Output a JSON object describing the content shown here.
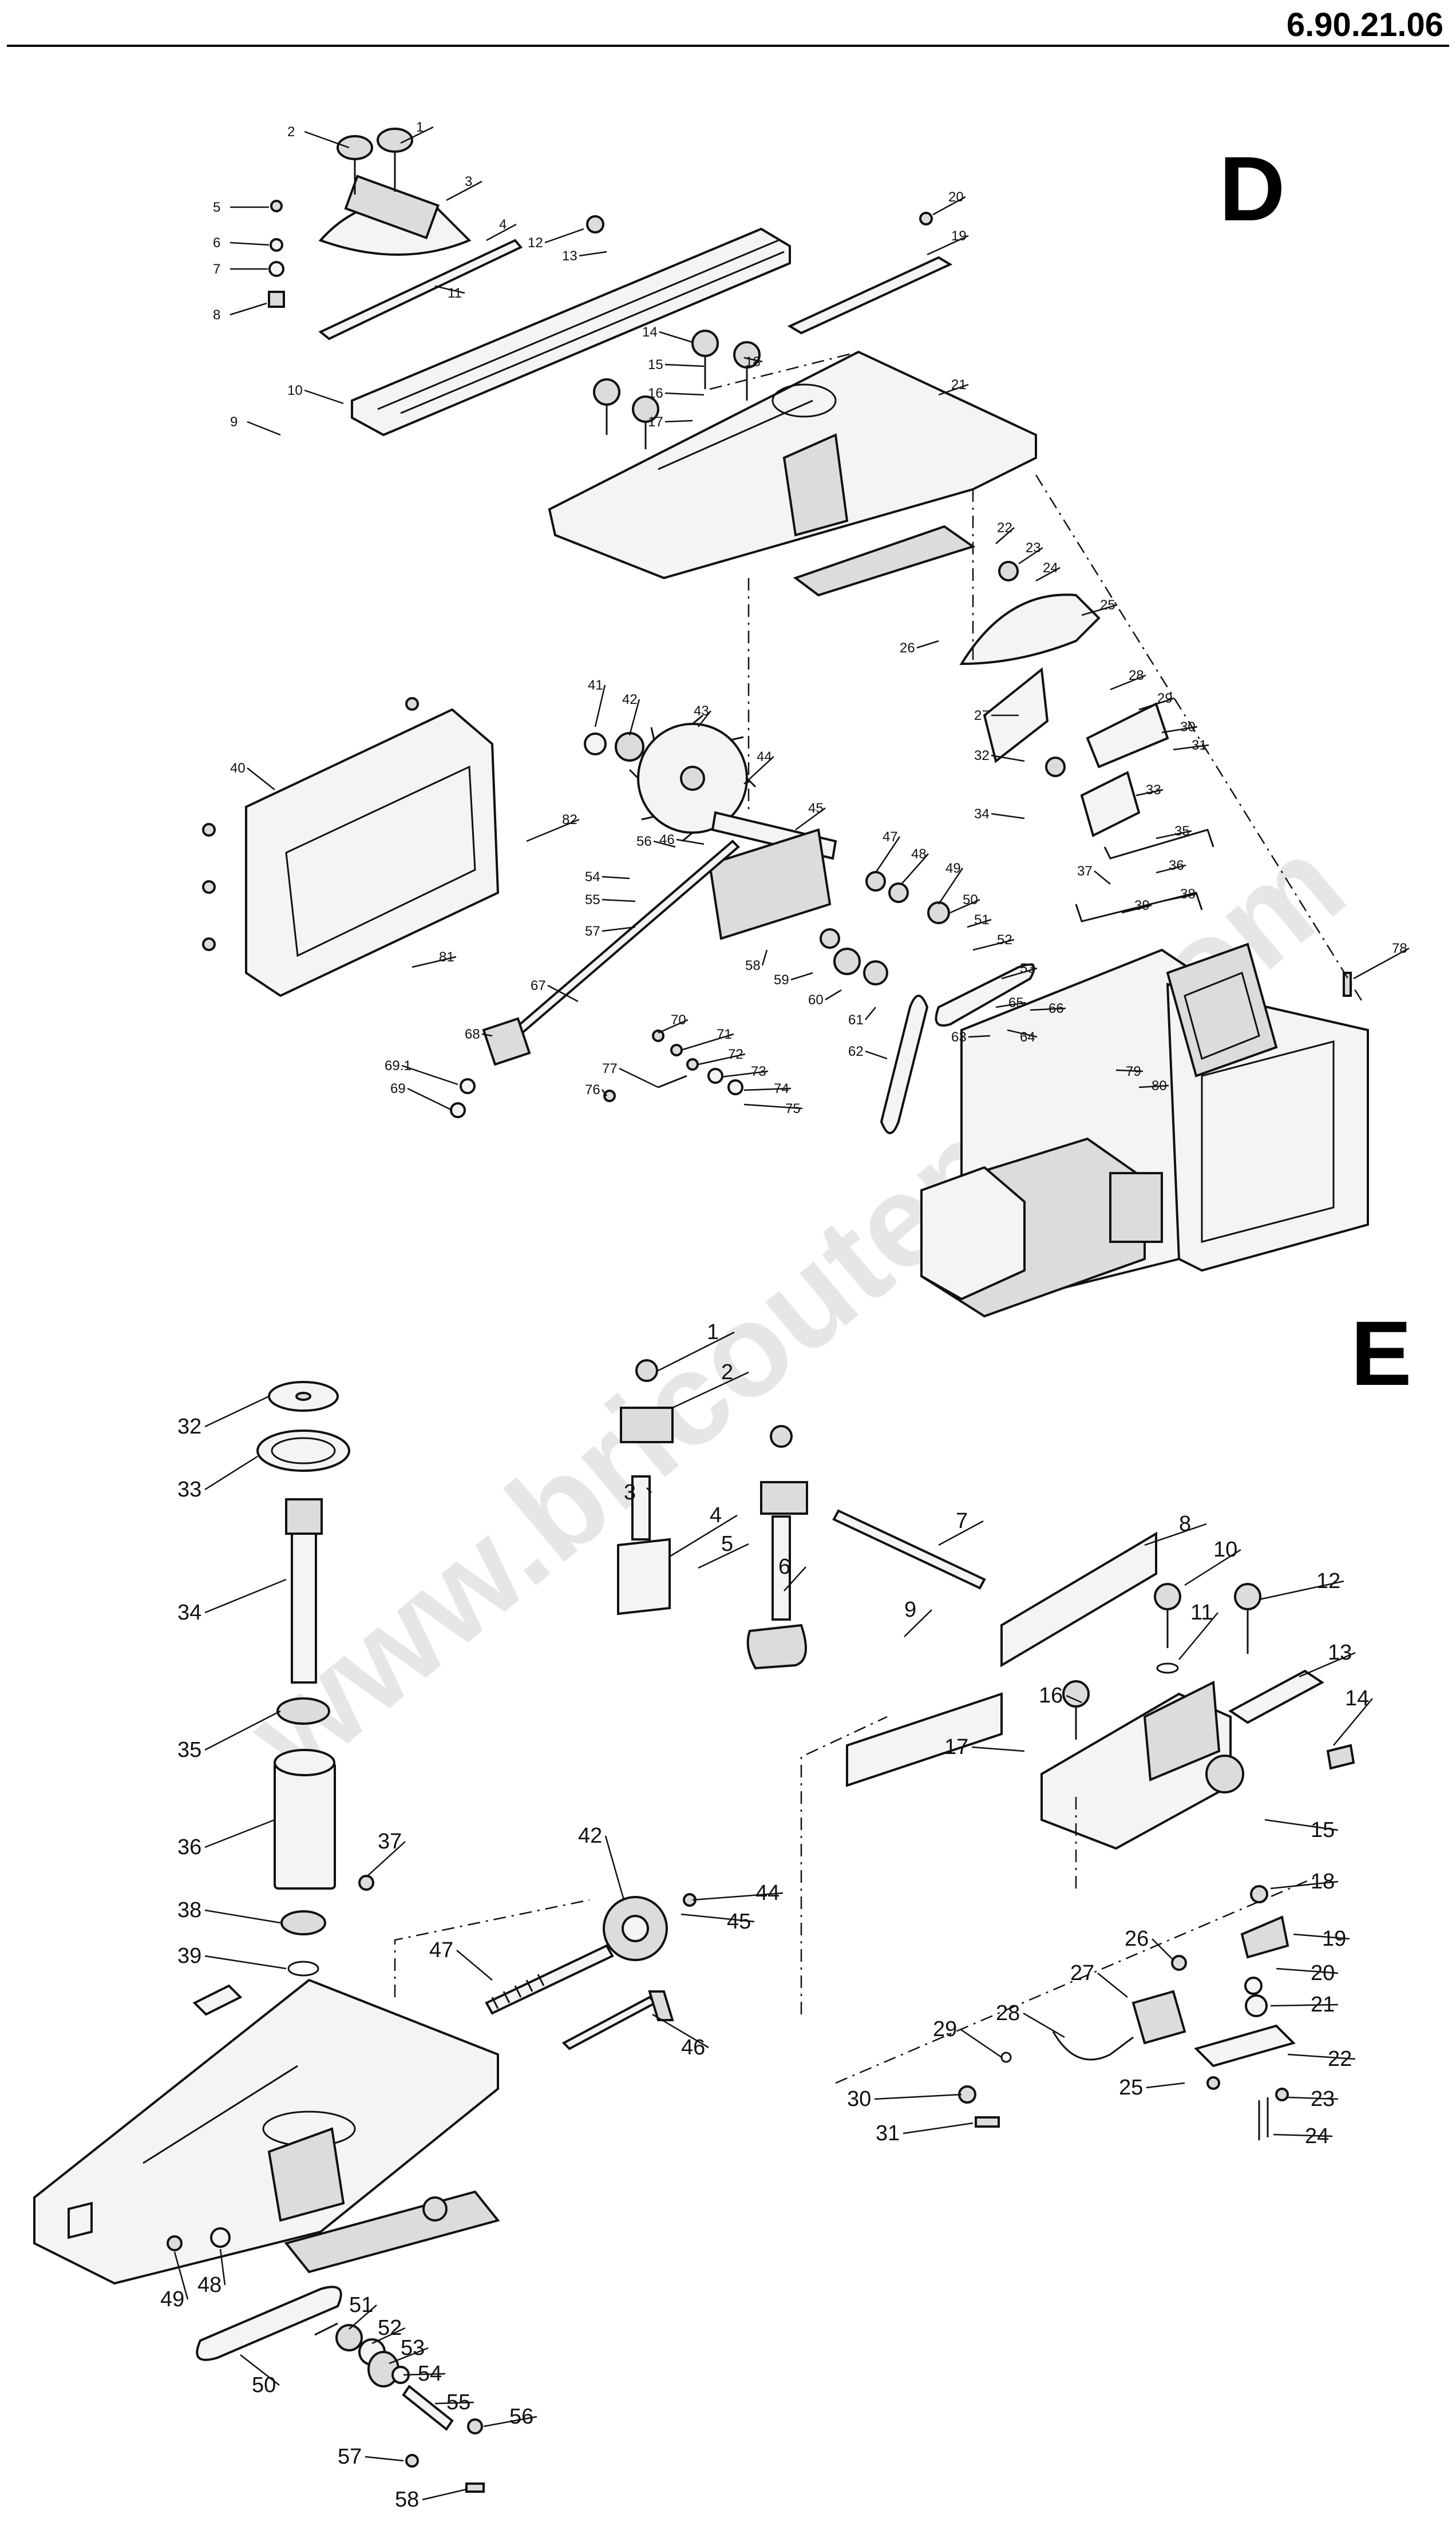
{
  "header": {
    "reference": "6.90.21.06"
  },
  "sections": [
    {
      "letter": "D",
      "callouts": [
        "1",
        "2",
        "3",
        "4",
        "5",
        "6",
        "7",
        "8",
        "9",
        "10",
        "11",
        "12",
        "13",
        "14",
        "15",
        "16",
        "17",
        "18",
        "19",
        "20",
        "21",
        "22",
        "23",
        "24",
        "25",
        "26",
        "27",
        "28",
        "29",
        "30",
        "31",
        "32",
        "33",
        "34",
        "35",
        "36",
        "37",
        "38",
        "39",
        "40",
        "41",
        "42",
        "43",
        "44",
        "45",
        "46",
        "47",
        "48",
        "49",
        "50",
        "51",
        "52",
        "53",
        "54",
        "55",
        "56",
        "57",
        "58",
        "59",
        "60",
        "61",
        "62",
        "63",
        "64",
        "65",
        "66",
        "67",
        "68",
        "69",
        "69.1",
        "70",
        "71",
        "72",
        "73",
        "74",
        "75",
        "76",
        "77",
        "78",
        "79",
        "80",
        "81",
        "82"
      ]
    },
    {
      "letter": "E",
      "callouts": [
        "1",
        "2",
        "3",
        "4",
        "5",
        "6",
        "7",
        "8",
        "9",
        "10",
        "11",
        "12",
        "13",
        "14",
        "15",
        "16",
        "17",
        "18",
        "19",
        "20",
        "21",
        "22",
        "23",
        "24",
        "25",
        "26",
        "27",
        "28",
        "29",
        "30",
        "31",
        "32",
        "33",
        "34",
        "35",
        "36",
        "37",
        "38",
        "39",
        "42",
        "44",
        "45",
        "46",
        "47",
        "48",
        "49",
        "50",
        "51",
        "52",
        "53",
        "54",
        "55",
        "56",
        "57",
        "58"
      ]
    }
  ],
  "watermark": "www.bricoutenrn.com",
  "colors": {
    "line": "#111111",
    "watermark": "#c9c9c9",
    "background": "#ffffff"
  }
}
